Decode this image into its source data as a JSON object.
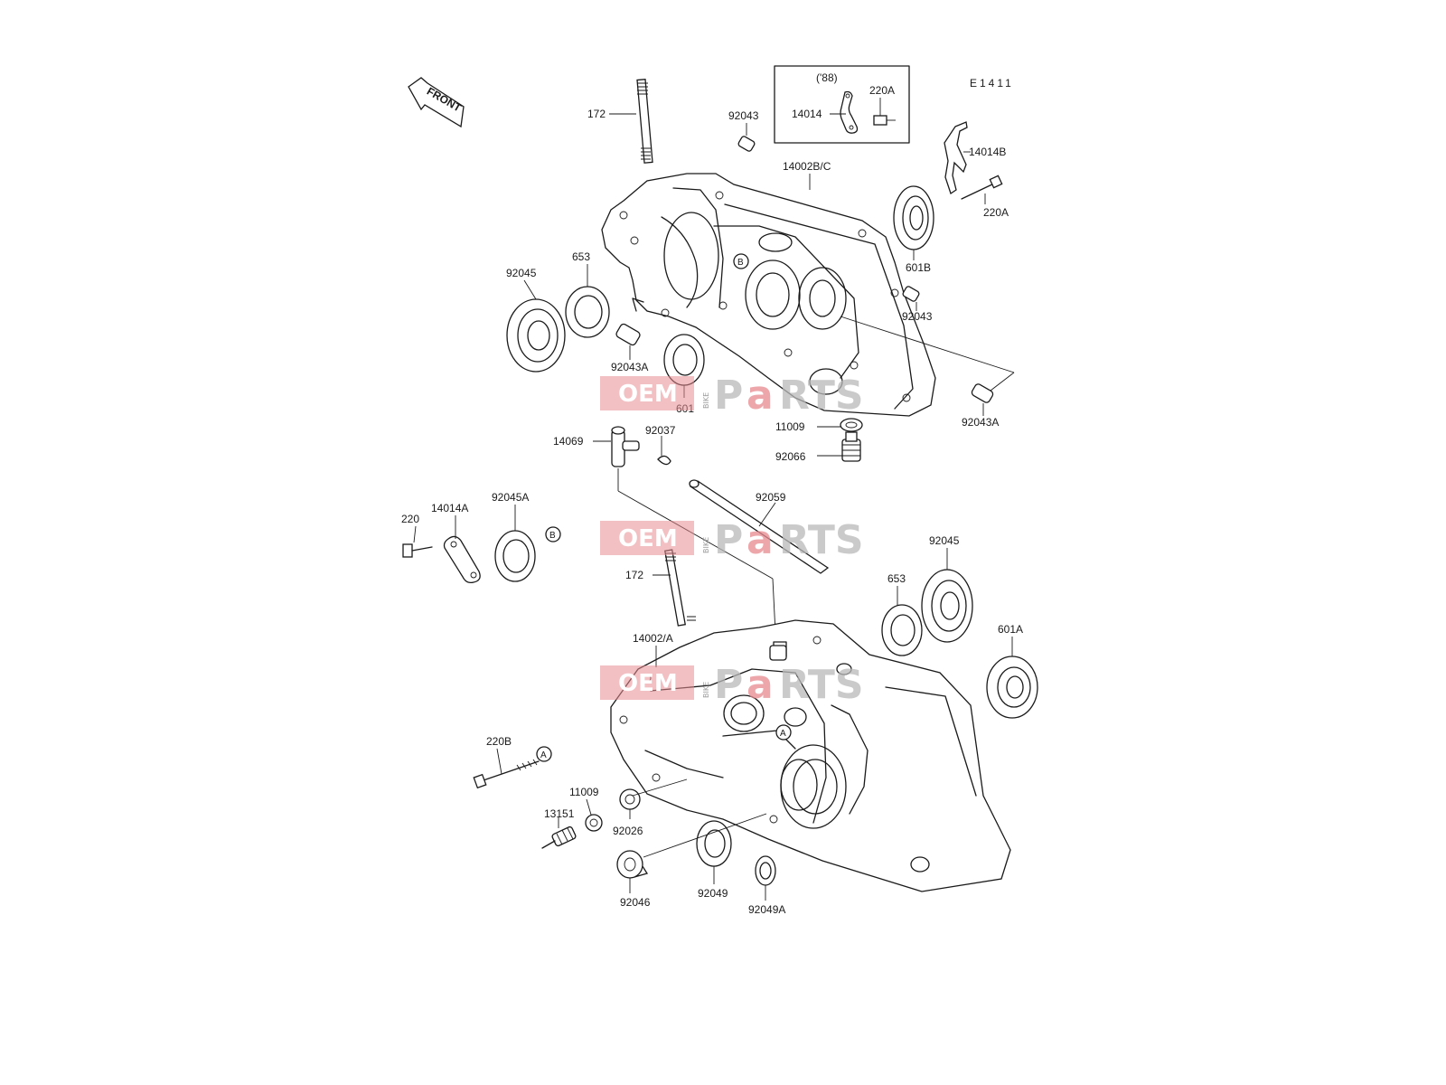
{
  "diagram_code": "E1411",
  "front_label": "FRONT",
  "variant_label": "('88)",
  "watermark": {
    "oem": "OEM",
    "bike": "BIKE",
    "parts_a": "P",
    "parts_b": "a",
    "parts_c": "RTS"
  },
  "callout_markers": {
    "a": "A",
    "b": "B"
  },
  "labels": {
    "p172_top": "172",
    "p92043_top": "92043",
    "p14014": "14014",
    "p220A_top": "220A",
    "p14014B": "14014B",
    "p220A_right": "220A",
    "p14002BC": "14002B/C",
    "p601B": "601B",
    "p92043_right": "92043",
    "p92043A_right": "92043A",
    "p92045_top": "92045",
    "p653_top": "653",
    "p92043A_left": "92043A",
    "p601": "601",
    "p11009_top": "11009",
    "p92066": "92066",
    "p14069": "14069",
    "p92037": "92037",
    "p92059": "92059",
    "p220": "220",
    "p14014A": "14014A",
    "p92045A": "92045A",
    "p172_mid": "172",
    "p92045_bottom": "92045",
    "p653_bottom": "653",
    "p601A": "601A",
    "p14002A": "14002/A",
    "p220B": "220B",
    "p11009_bottom": "11009",
    "p13151": "13151",
    "p92026": "92026",
    "p92046": "92046",
    "p92049": "92049",
    "p92049A": "92049A"
  }
}
